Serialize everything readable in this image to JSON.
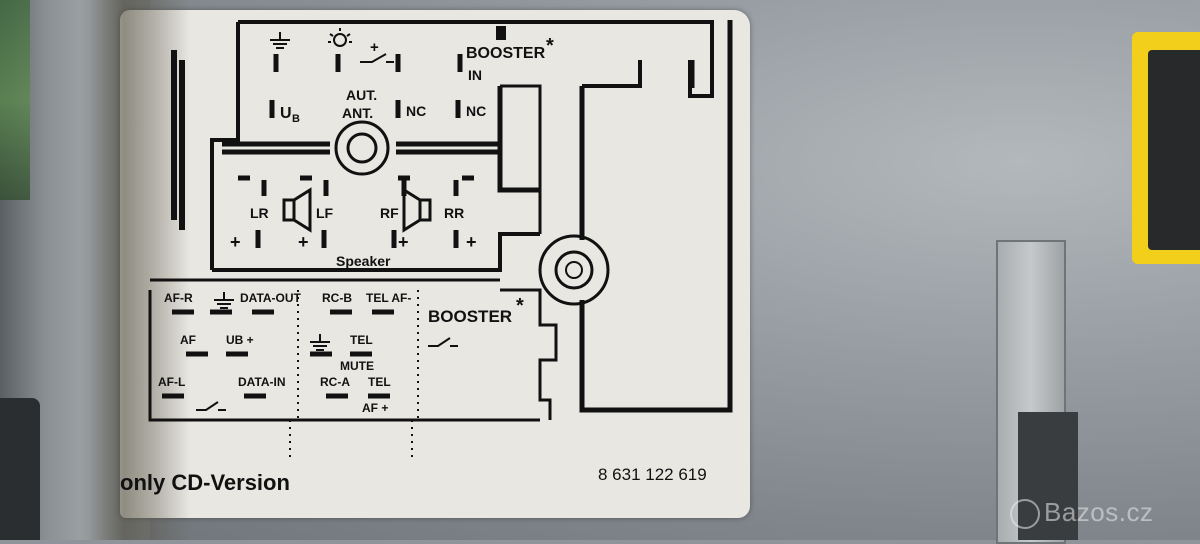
{
  "diagram": {
    "connector_top": {
      "booster": "BOOSTER",
      "booster_mark": "*",
      "in": "IN",
      "ub": "U",
      "ub_sub": "B",
      "aut_ant_1": "AUT.",
      "aut_ant_2": "ANT.",
      "nc_1": "NC",
      "nc_2": "NC",
      "plus": "+",
      "lr": "LR",
      "lf": "LF",
      "rf": "RF",
      "rr": "RR",
      "speaker": "Speaker"
    },
    "connector_bottom": {
      "af_r": "AF-R",
      "data_out": "DATA-OUT",
      "rc_b": "RC-B",
      "tel_af": "TEL AF-",
      "af_gnd": "AF",
      "ub_plus": "UB +",
      "tel_1": "TEL",
      "mute": "MUTE",
      "af_l": "AF-L",
      "data_in": "DATA-IN",
      "rc_a": "RC-A",
      "tel_2": "TEL",
      "af_plus": "AF +",
      "booster": "BOOSTER",
      "booster_mark": "*"
    },
    "footer_left": "only CD-Version",
    "part_number": "8 631 122 619"
  },
  "watermark": "Bazos.cz"
}
